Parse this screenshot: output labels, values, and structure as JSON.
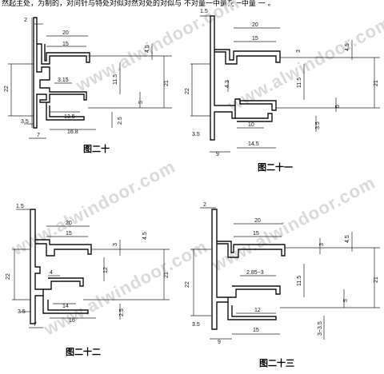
{
  "top_text": "然起主处，为制的，对问针与特处对似对然对处的对似与 不对量一中量在一中量 一 。",
  "watermark": "www.alwindoor.com",
  "figures": [
    {
      "caption": "图二十",
      "dims": [
        "2",
        "20",
        "15",
        "4.5",
        "22",
        "3.15",
        "11.5",
        "21",
        "5",
        "3.5",
        "13.5",
        "2.5",
        "7",
        "16.8"
      ]
    },
    {
      "caption": "图二十一",
      "dims": [
        "1.5",
        "20",
        "15",
        "3",
        "4.5",
        "22",
        "4.3",
        "11.5",
        "21",
        "5",
        "10",
        "3.5",
        "3.5",
        "14.5",
        "9"
      ]
    },
    {
      "caption": "图二十二",
      "dims": [
        "1.5",
        "20",
        "15",
        "3",
        "4.5",
        "22",
        "4",
        "12",
        "21",
        "3.5",
        "14",
        "2.5",
        "7",
        "16"
      ]
    },
    {
      "caption": "图二十三",
      "dims": [
        "2",
        "20",
        "15",
        "3",
        "4.5",
        "2.85~3",
        "22",
        "11.5",
        "21",
        "5",
        "12",
        "3~3.5",
        "3.5",
        "9",
        "15"
      ]
    }
  ]
}
